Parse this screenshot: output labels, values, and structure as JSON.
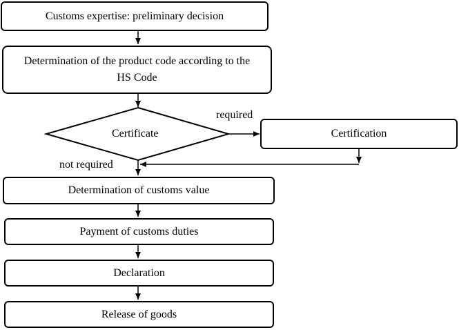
{
  "flowchart": {
    "steps": {
      "preliminary": "Customs expertise: preliminary decision",
      "product_code": "Determination of the product code according to the HS Code",
      "certificate": "Certificate",
      "certification": "Certification",
      "customs_value": "Determination of customs value",
      "payment": "Payment of customs duties",
      "declaration": "Declaration",
      "release": "Release of goods"
    },
    "labels": {
      "required": "required",
      "not_required": "not required"
    }
  }
}
